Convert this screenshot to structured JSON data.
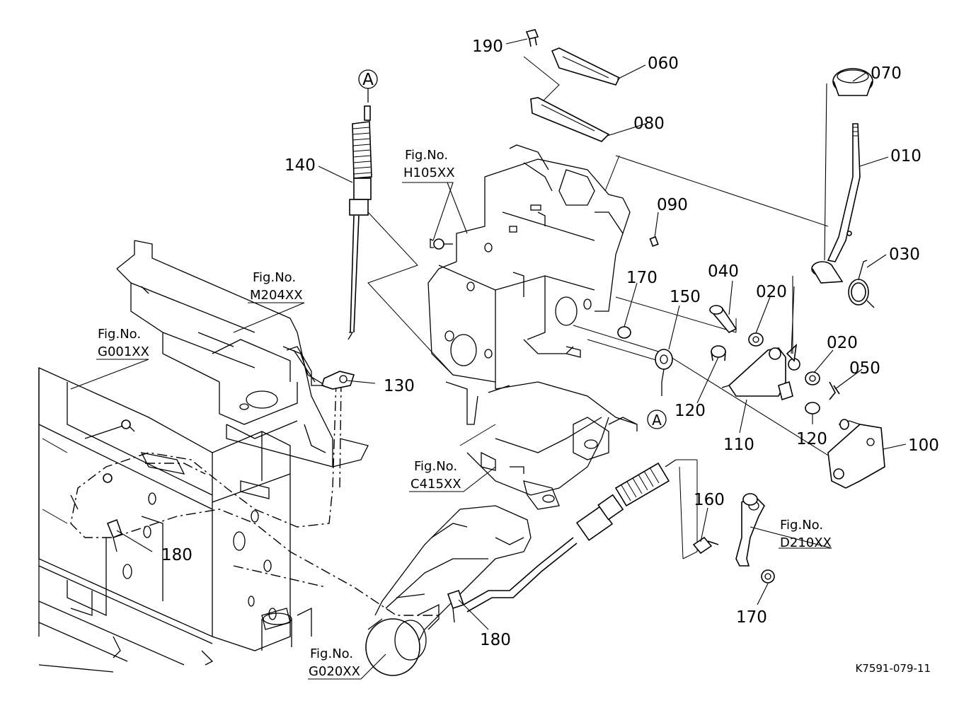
{
  "callouts": [
    {
      "id": "190",
      "label": "190"
    },
    {
      "id": "060",
      "label": "060"
    },
    {
      "id": "070",
      "label": "070"
    },
    {
      "id": "080",
      "label": "080"
    },
    {
      "id": "010",
      "label": "010"
    },
    {
      "id": "140",
      "label": "140"
    },
    {
      "id": "090",
      "label": "090"
    },
    {
      "id": "030",
      "label": "030"
    },
    {
      "id": "040",
      "label": "040"
    },
    {
      "id": "170a",
      "label": "170"
    },
    {
      "id": "150",
      "label": "150"
    },
    {
      "id": "020a",
      "label": "020"
    },
    {
      "id": "020b",
      "label": "020"
    },
    {
      "id": "050",
      "label": "050"
    },
    {
      "id": "130",
      "label": "130"
    },
    {
      "id": "120a",
      "label": "120"
    },
    {
      "id": "120b",
      "label": "120"
    },
    {
      "id": "110",
      "label": "110"
    },
    {
      "id": "100",
      "label": "100"
    },
    {
      "id": "160",
      "label": "160"
    },
    {
      "id": "180a",
      "label": "180"
    },
    {
      "id": "180b",
      "label": "180"
    },
    {
      "id": "170b",
      "label": "170"
    }
  ],
  "figure_refs": [
    {
      "id": "H105",
      "line1": "Fig.No.",
      "line2": "H105XX"
    },
    {
      "id": "M204",
      "line1": "Fig.No.",
      "line2": "M204XX"
    },
    {
      "id": "G001",
      "line1": "Fig.No.",
      "line2": "G001XX"
    },
    {
      "id": "C415",
      "line1": "Fig.No.",
      "line2": "C415XX"
    },
    {
      "id": "D210",
      "line1": "Fig.No.",
      "line2": "D210XX"
    },
    {
      "id": "G020",
      "line1": "Fig.No.",
      "line2": "G020XX"
    }
  ],
  "connection_markers": [
    {
      "id": "A-top",
      "label": "A"
    },
    {
      "id": "A-bottom",
      "label": "A"
    }
  ],
  "drawing_code": "K7591-079-11"
}
